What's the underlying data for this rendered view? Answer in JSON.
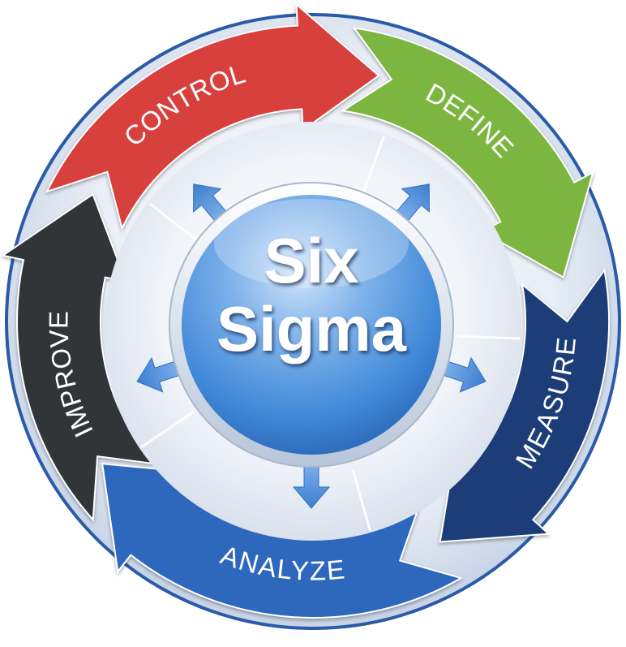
{
  "title": {
    "line1": "Six",
    "line2": "Sigma"
  },
  "colors": {
    "control": "#d8413d",
    "define": "#7cb640",
    "measure": "#1f3e77",
    "analyze": "#2f68bd",
    "improve": "#333438",
    "hub": "#3f88d8",
    "ring_border": "#2a5aa8",
    "arrow": "#4f8fd8"
  },
  "segments": [
    {
      "id": "control",
      "label": "CONTROL",
      "icon": "arrow-clockwise"
    },
    {
      "id": "define",
      "label": "DEFINE",
      "icon": "arrow-clockwise"
    },
    {
      "id": "measure",
      "label": "MEASURE",
      "icon": "arrow-clockwise"
    },
    {
      "id": "analyze",
      "label": "ANALYZE",
      "icon": "arrow-clockwise"
    },
    {
      "id": "improve",
      "label": "IMPROVE",
      "icon": "arrow-clockwise"
    }
  ],
  "hub_arrows": [
    "arrow-up-left",
    "arrow-up-right",
    "arrow-right",
    "arrow-down",
    "arrow-left"
  ]
}
